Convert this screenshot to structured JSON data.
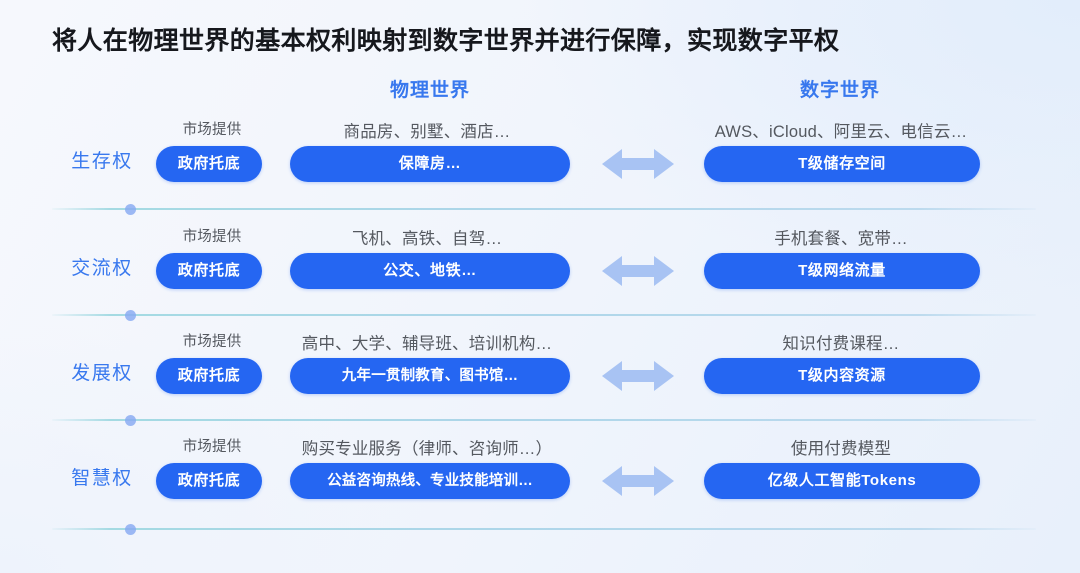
{
  "title": "将人在物理世界的基本权利映射到数字世界并进行保障，实现数字平权",
  "headers": {
    "physical": "物理世界",
    "digital": "数字世界"
  },
  "colors": {
    "accent_blue": "#2566f2",
    "label_blue": "#3878ee",
    "arrow_blue": "#a8c3f3",
    "divider": "#9cd5de",
    "dot": "#88a9f2",
    "background": "#f1f5fc",
    "title_text": "#16181d",
    "caption_text": "#54585f"
  },
  "icons": {
    "arrow": "double-arrow-icon",
    "dot": "divider-dot-icon"
  },
  "rows": [
    {
      "right_label": "生存权",
      "market_caption": "市场提供",
      "gov_pill": "政府托底",
      "physical_caption": "商品房、别墅、酒店…",
      "physical_pill": "保障房…",
      "digital_caption": "AWS、iCloud、阿里云、电信云…",
      "digital_pill": "T级储存空间"
    },
    {
      "right_label": "交流权",
      "market_caption": "市场提供",
      "gov_pill": "政府托底",
      "physical_caption": "飞机、高铁、自驾…",
      "physical_pill": "公交、地铁…",
      "digital_caption": "手机套餐、宽带…",
      "digital_pill": "T级网络流量"
    },
    {
      "right_label": "发展权",
      "market_caption": "市场提供",
      "gov_pill": "政府托底",
      "physical_caption": "高中、大学、辅导班、培训机构…",
      "physical_pill": "九年一贯制教育、图书馆…",
      "digital_caption": "知识付费课程…",
      "digital_pill": "T级内容资源"
    },
    {
      "right_label": "智慧权",
      "market_caption": "市场提供",
      "gov_pill": "政府托底",
      "physical_caption": "购买专业服务（律师、咨询师…）",
      "physical_pill": "公益咨询热线、专业技能培训…",
      "digital_caption": "使用付费模型",
      "digital_pill": "亿级人工智能Tokens"
    }
  ]
}
